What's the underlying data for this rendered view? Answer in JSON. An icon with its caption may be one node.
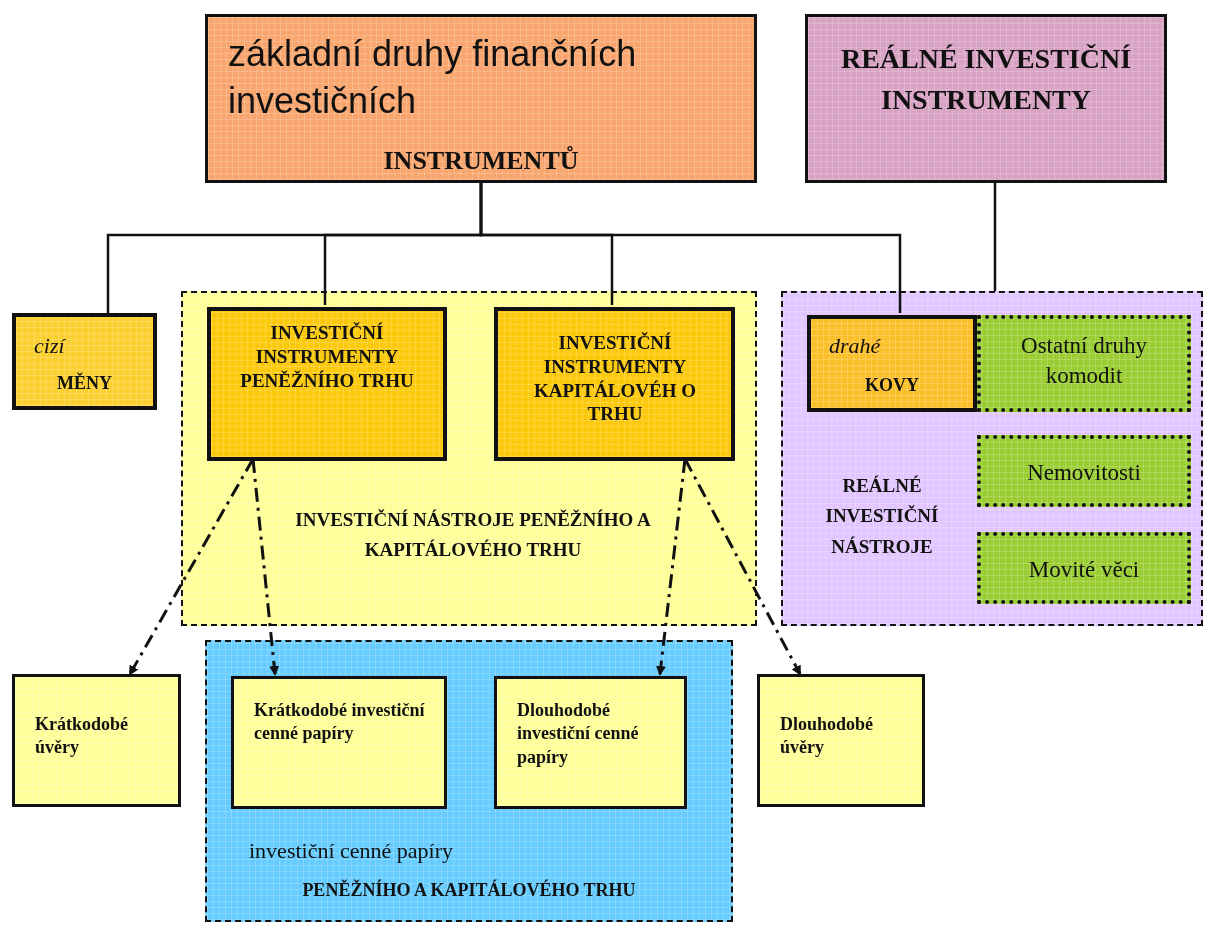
{
  "diagram": {
    "nodes": [
      {
        "text": [
          "základní druhy finančních investičních",
          "INSTRUMENTŮ"
        ]
      },
      {
        "text": [
          "REÁLNÉ INVESTIČNÍ INSTRUMENTY"
        ]
      },
      {
        "text": [
          "cizí",
          "MĚNY"
        ]
      },
      {
        "text": [
          "INVESTIČNÍ NÁSTROJE PENĚŽNÍHO A KAPITÁLOVÉHO TRHU"
        ]
      },
      {
        "text": [
          "INVESTIČNÍ INSTRUMENTY PENĚŽNÍHO TRHU"
        ],
        "in": 3
      },
      {
        "text": [
          "INVESTIČNÍ INSTRUMENTY KAPITÁLOVÉH O TRHU"
        ],
        "in": 3
      },
      {
        "text": [
          "REÁLNÉ INVESTIČNÍ NÁSTROJE"
        ]
      },
      {
        "text": [
          "drahé",
          "KOVY"
        ],
        "in": 6
      },
      {
        "text": [
          "Ostatní druhy komodit"
        ],
        "in": 6
      },
      {
        "text": [
          "Nemovitosti"
        ],
        "in": 6
      },
      {
        "text": [
          "Movité věci"
        ],
        "in": 6
      },
      {
        "text": [
          "Krátkodobé úvěry"
        ]
      },
      {
        "text": [
          "investiční cenné papíry",
          "PENĚŽNÍHO A KAPITÁLOVÉHO TRHU"
        ]
      },
      {
        "text": [
          "Krátkodobé investiční cenné papíry"
        ],
        "in": 12
      },
      {
        "text": [
          "Dlouhodobé investiční cenné papíry"
        ],
        "in": 12
      },
      {
        "text": [
          "Dlouhodobé úvěry"
        ]
      }
    ],
    "edges": [
      {
        "from": 0,
        "to": 2,
        "arrow": "none"
      },
      {
        "from": 0,
        "to": 4,
        "arrow": "none"
      },
      {
        "from": 0,
        "to": 5,
        "arrow": "none"
      },
      {
        "from": 0,
        "to": 7,
        "arrow": "none"
      },
      {
        "from": 1,
        "to": 6,
        "arrow": "none"
      },
      {
        "from": 4,
        "to": 11,
        "arrow": "to",
        "style": "dashed"
      },
      {
        "from": 4,
        "to": 13,
        "arrow": "to",
        "style": "dashed"
      },
      {
        "from": 5,
        "to": 14,
        "arrow": "to",
        "style": "dashed"
      },
      {
        "from": 5,
        "to": 15,
        "arrow": "to",
        "style": "dashed"
      }
    ]
  }
}
